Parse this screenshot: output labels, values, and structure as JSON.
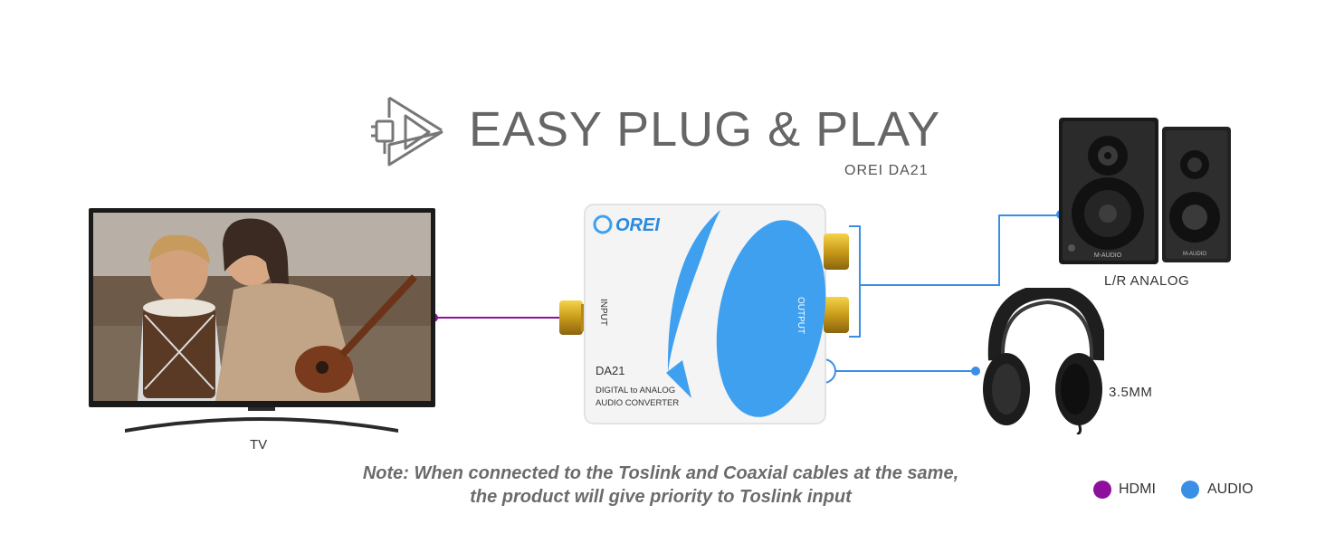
{
  "header": {
    "title": "EASY PLUG & PLAY",
    "model": "OREI DA21",
    "icon": "plug-play-icon"
  },
  "devices": {
    "tv_label": "TV",
    "speakers_label": "L/R ANALOG",
    "headphones_label": "3.5MM"
  },
  "converter": {
    "brand": "OREI",
    "input_label": "INPUT",
    "output_label": "OUTPUT",
    "model": "DA21",
    "description_line1": "DIGITAL to ANALOG",
    "description_line2": "AUDIO CONVERTER",
    "speaker_brand": "M-AUDIO"
  },
  "note": {
    "line1": "Note: When connected to the Toslink and Coaxial cables at the same,",
    "line2": "the product will give priority to Toslink input"
  },
  "legend": {
    "hdmi_label": "HDMI",
    "audio_label": "AUDIO",
    "hdmi_color": "#8e0f9c",
    "audio_color": "#3a8ee6"
  }
}
